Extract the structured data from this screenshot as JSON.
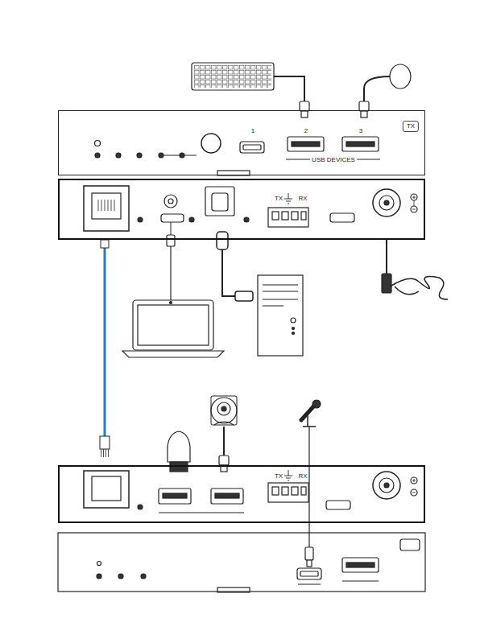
{
  "diagram": {
    "nodes": [
      {
        "text": [
          "1",
          "2",
          "3",
          "USB DEVICES",
          "TX"
        ]
      },
      {
        "text": [
          "TX",
          "RX"
        ]
      },
      {
        "text": [
          "TX",
          "RX"
        ]
      }
    ],
    "edges": [
      {
        "from": 1,
        "to": 2,
        "arrow": "none"
      }
    ]
  }
}
